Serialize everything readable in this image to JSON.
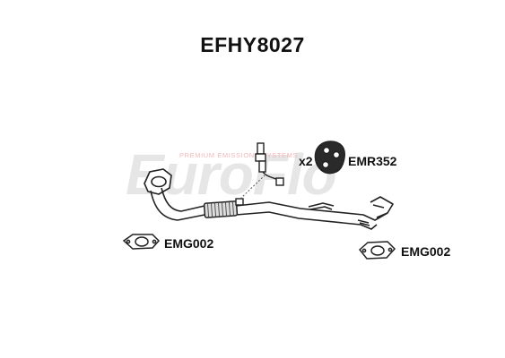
{
  "header": {
    "title": "EFHY8027"
  },
  "watermark": {
    "brand": "EuroFlo",
    "tagline": "PREMIUM EMISSIONS SYSTEMS"
  },
  "parts": {
    "rubber_mount": {
      "quantity": "x2",
      "code": "EMR352"
    },
    "gasket_left": {
      "code": "EMG002"
    },
    "gasket_right": {
      "code": "EMG002"
    }
  },
  "colors": {
    "line": "#222222",
    "fill": "#ffffff",
    "watermark": "#e6e6e6",
    "watermark_sub": "#f0b8b8"
  }
}
